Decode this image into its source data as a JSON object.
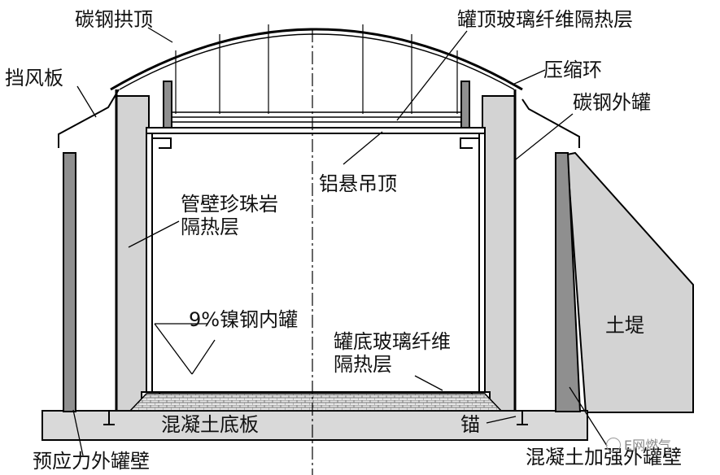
{
  "colors": {
    "stroke": "#000000",
    "insulation_fill": "#d3d3d3",
    "wall_fill": "#8f8f8f",
    "background": "#ffffff"
  },
  "labels": {
    "carbon_steel_dome": "碳钢拱顶",
    "roof_glass_fiber_insulation": "罐顶玻璃纤维隔热层",
    "wind_shield": "挡风板",
    "compression_ring": "压缩环",
    "carbon_steel_outer_tank": "碳钢外罐",
    "aluminum_suspended_deck": "铝悬吊顶",
    "perlite_insulation_line1": "管壁珍珠岩",
    "perlite_insulation_line2": "隔热层",
    "nickel_steel_inner_tank": "9%镍钢内罐",
    "bottom_glass_fiber_line1": "罐底玻璃纤维",
    "bottom_glass_fiber_line2": "隔热层",
    "earth_embankment": "土堤",
    "concrete_base_slab": "混凝土底板",
    "anchor": "锚",
    "prestressed_outer_wall": "预应力外罐壁",
    "concrete_reinforced_outer_wall": "混凝土加强外罐壁"
  },
  "watermark": {
    "text": "E网燃气",
    "icon": "wechat-icon"
  }
}
